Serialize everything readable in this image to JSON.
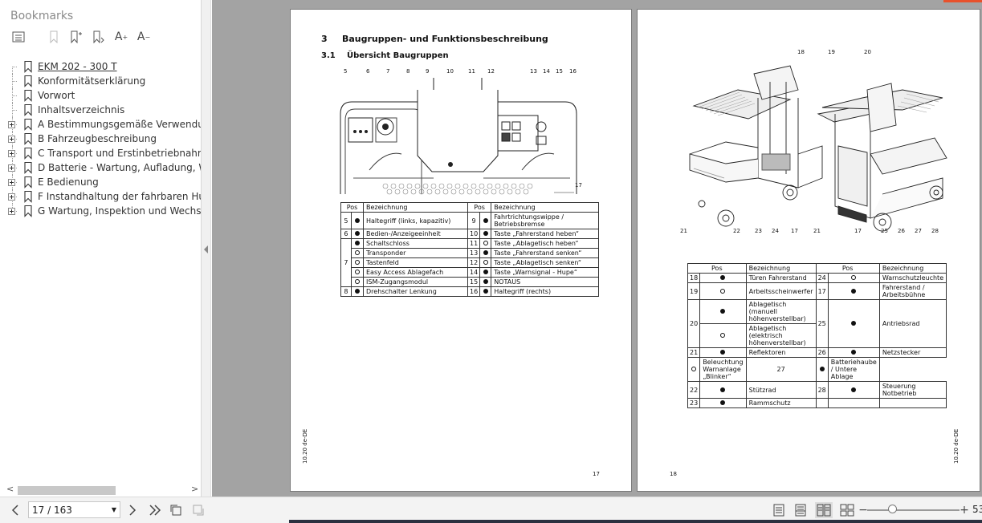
{
  "sidebar": {
    "title": "Bookmarks",
    "items": [
      {
        "label": "EKM 202 - 300 T",
        "expandable": false
      },
      {
        "label": "Konformitätserklärung",
        "expandable": false
      },
      {
        "label": "Vorwort",
        "expandable": false
      },
      {
        "label": "Inhaltsverzeichnis",
        "expandable": false
      },
      {
        "label": "A Bestimmungsgemäße Verwendung",
        "expandable": true
      },
      {
        "label": "B Fahrzeugbeschreibung",
        "expandable": true
      },
      {
        "label": "C Transport und Erstinbetriebnahme",
        "expandable": true
      },
      {
        "label": "D Batterie - Wartung, Aufladung, Wechsel",
        "expandable": true
      },
      {
        "label": "E Bedienung",
        "expandable": true
      },
      {
        "label": "F Instandhaltung der fahrbaren Hubarbeitsbühne",
        "expandable": true
      },
      {
        "label": "G Wartung, Inspektion und Wechsel",
        "expandable": true
      }
    ]
  },
  "page17": {
    "chapter_num": "3",
    "chapter_title": "Baugruppen- und Funktionsbeschreibung",
    "section_num": "3.1",
    "section_title": "Übersicht Baugruppen",
    "callouts_top": [
      "5",
      "6",
      "7",
      "8",
      "9",
      "10",
      "11",
      "12",
      "13",
      "14",
      "15",
      "16"
    ],
    "callout_right": "17",
    "table_header": {
      "pos": "Pos",
      "bez": "Bezeichnung"
    },
    "rows": [
      {
        "lpos": "5",
        "lsym": "dot",
        "lbez": "Haltegriff (links, kapazitiv)",
        "rpos": "9",
        "rsym": "dot",
        "rbez": "Fahrtrichtungswippe / Betriebsbremse"
      },
      {
        "lpos": "6",
        "lsym": "dot",
        "lbez": "Bedien-/Anzeigeeinheit",
        "rpos": "10",
        "rsym": "dot",
        "rbez": "Taste „Fahrerstand heben“"
      },
      {
        "lpos": "7",
        "lsym": "dot",
        "lbez": "Schaltschloss",
        "rpos": "11",
        "rsym": "circ",
        "rbez": "Taste „Ablagetisch heben“"
      },
      {
        "lpos": "",
        "lsym": "circ",
        "lbez": "Transponder",
        "rpos": "13",
        "rsym": "dot",
        "rbez": "Taste „Fahrerstand senken“"
      },
      {
        "lpos": "",
        "lsym": "circ",
        "lbez": "Tastenfeld",
        "rpos": "12",
        "rsym": "circ",
        "rbez": "Taste „Ablagetisch senken“"
      },
      {
        "lpos": "",
        "lsym": "circ",
        "lbez": "Easy Access Ablagefach",
        "rpos": "14",
        "rsym": "dot",
        "rbez": "Taste „Warnsignal - Hupe“"
      },
      {
        "lpos": "",
        "lsym": "circ",
        "lbez": "ISM-Zugangsmodul",
        "rpos": "15",
        "rsym": "dot",
        "rbez": "NOTAUS"
      },
      {
        "lpos": "8",
        "lsym": "dot",
        "lbez": "Drehschalter Lenkung",
        "rpos": "16",
        "rsym": "dot",
        "rbez": "Haltegriff (rechts)"
      }
    ],
    "side_label": "10.20 de-DE",
    "page_number": "17"
  },
  "page18": {
    "callouts_top": [
      "18",
      "19",
      "20"
    ],
    "callouts_bottom": [
      "21",
      "22",
      "23",
      "24",
      "17",
      "21",
      "17",
      "25",
      "26",
      "27",
      "28"
    ],
    "table_header": {
      "pos": "Pos",
      "bez": "Bezeichnung"
    },
    "rows": [
      {
        "lpos": "18",
        "lsym": "dot",
        "lbez": "Türen Fahrerstand",
        "rpos": "24",
        "rsym": "circ",
        "rbez": "Warnschutzleuchte"
      },
      {
        "lpos": "19",
        "lsym": "circ",
        "lbez": "Arbeitsscheinwerfer",
        "rpos": "17",
        "rsym": "dot",
        "rbez": "Fahrerstand / Arbeitsbühne"
      },
      {
        "lpos": "20",
        "lsym": "dot",
        "lbez": "Ablagetisch (manuell höhenverstellbar)",
        "rpos": "25",
        "rsym": "dot",
        "rbez": "Antriebsrad"
      },
      {
        "lpos": "",
        "lsym": "circ",
        "lbez": "Ablagetisch (elektrisch höhenverstellbar)",
        "rpos": "",
        "rsym": "",
        "rbez": ""
      },
      {
        "lpos": "21",
        "lsym": "dot",
        "lbez": "Reflektoren",
        "rpos": "26",
        "rsym": "dot",
        "rbez": "Netzstecker"
      },
      {
        "lpos": "",
        "lsym": "circ",
        "lbez": "Beleuchtung Warnanlage „Blinker“",
        "rpos": "27",
        "rsym": "dot",
        "rbez": "Batteriehaube / Untere Ablage"
      },
      {
        "lpos": "22",
        "lsym": "dot",
        "lbez": "Stützrad",
        "rpos": "28",
        "rsym": "dot",
        "rbez": "Steuerung Notbetrieb"
      },
      {
        "lpos": "23",
        "lsym": "dot",
        "lbez": "Rammschutz",
        "rpos": "",
        "rsym": "",
        "rbez": ""
      }
    ],
    "side_label": "10.20 de-DE",
    "page_number": "18"
  },
  "bottombar": {
    "page_indicator": "17 / 163",
    "zoom": "53"
  },
  "colors": {
    "accent": "#e8512c",
    "doc_bg": "#a3a3a3"
  }
}
